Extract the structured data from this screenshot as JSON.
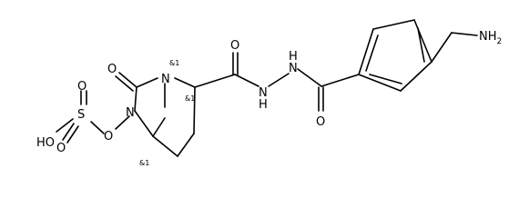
{
  "atoms": {
    "O_top_left": "O",
    "N_bridge": "N",
    "N_ring": "N",
    "O_sulfate_ester": "O",
    "S": "S",
    "O_s_top": "O",
    "O_s_bottom": "O",
    "OH_left": "HO",
    "O_amide1": "O",
    "NH_upper": "N",
    "NH_upper_h": "H",
    "NH_lower": "N",
    "NH_lower_h": "H",
    "O_amide2": "O",
    "NH2_N": "NH",
    "NH2_sub": "2"
  },
  "stereo_labels": {
    "top": "&1",
    "mid": "&1",
    "bottom": "&1"
  }
}
